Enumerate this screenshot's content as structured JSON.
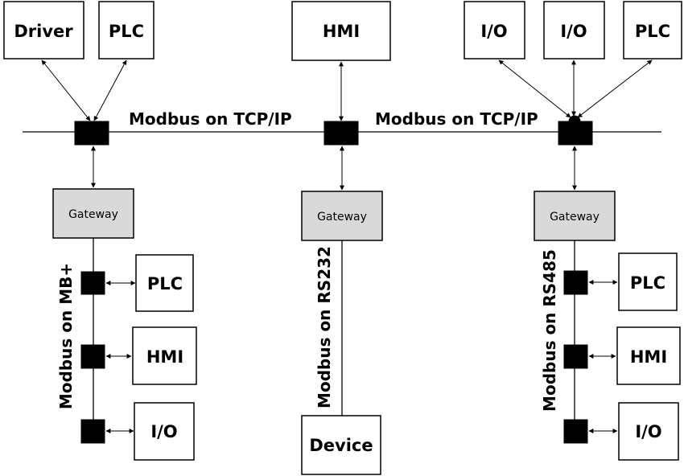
{
  "diagram": {
    "top_devices": {
      "driver": "Driver",
      "plc_left": "PLC",
      "hmi": "HMI",
      "io_1": "I/O",
      "io_2": "I/O",
      "plc_right": "PLC"
    },
    "backbone": {
      "label_left": "Modbus on TCP/IP",
      "label_right": "Modbus on TCP/IP"
    },
    "left_branch": {
      "gateway": "Gateway",
      "bus_label": "Modbus on MB+",
      "devices": [
        "PLC",
        "HMI",
        "I/O"
      ]
    },
    "middle_branch": {
      "gateway": "Gateway",
      "bus_label": "Modbus on RS232",
      "device": "Device"
    },
    "right_branch": {
      "gateway": "Gateway",
      "bus_label": "Modbus on RS485",
      "devices": [
        "PLC",
        "HMI",
        "I/O"
      ]
    }
  }
}
